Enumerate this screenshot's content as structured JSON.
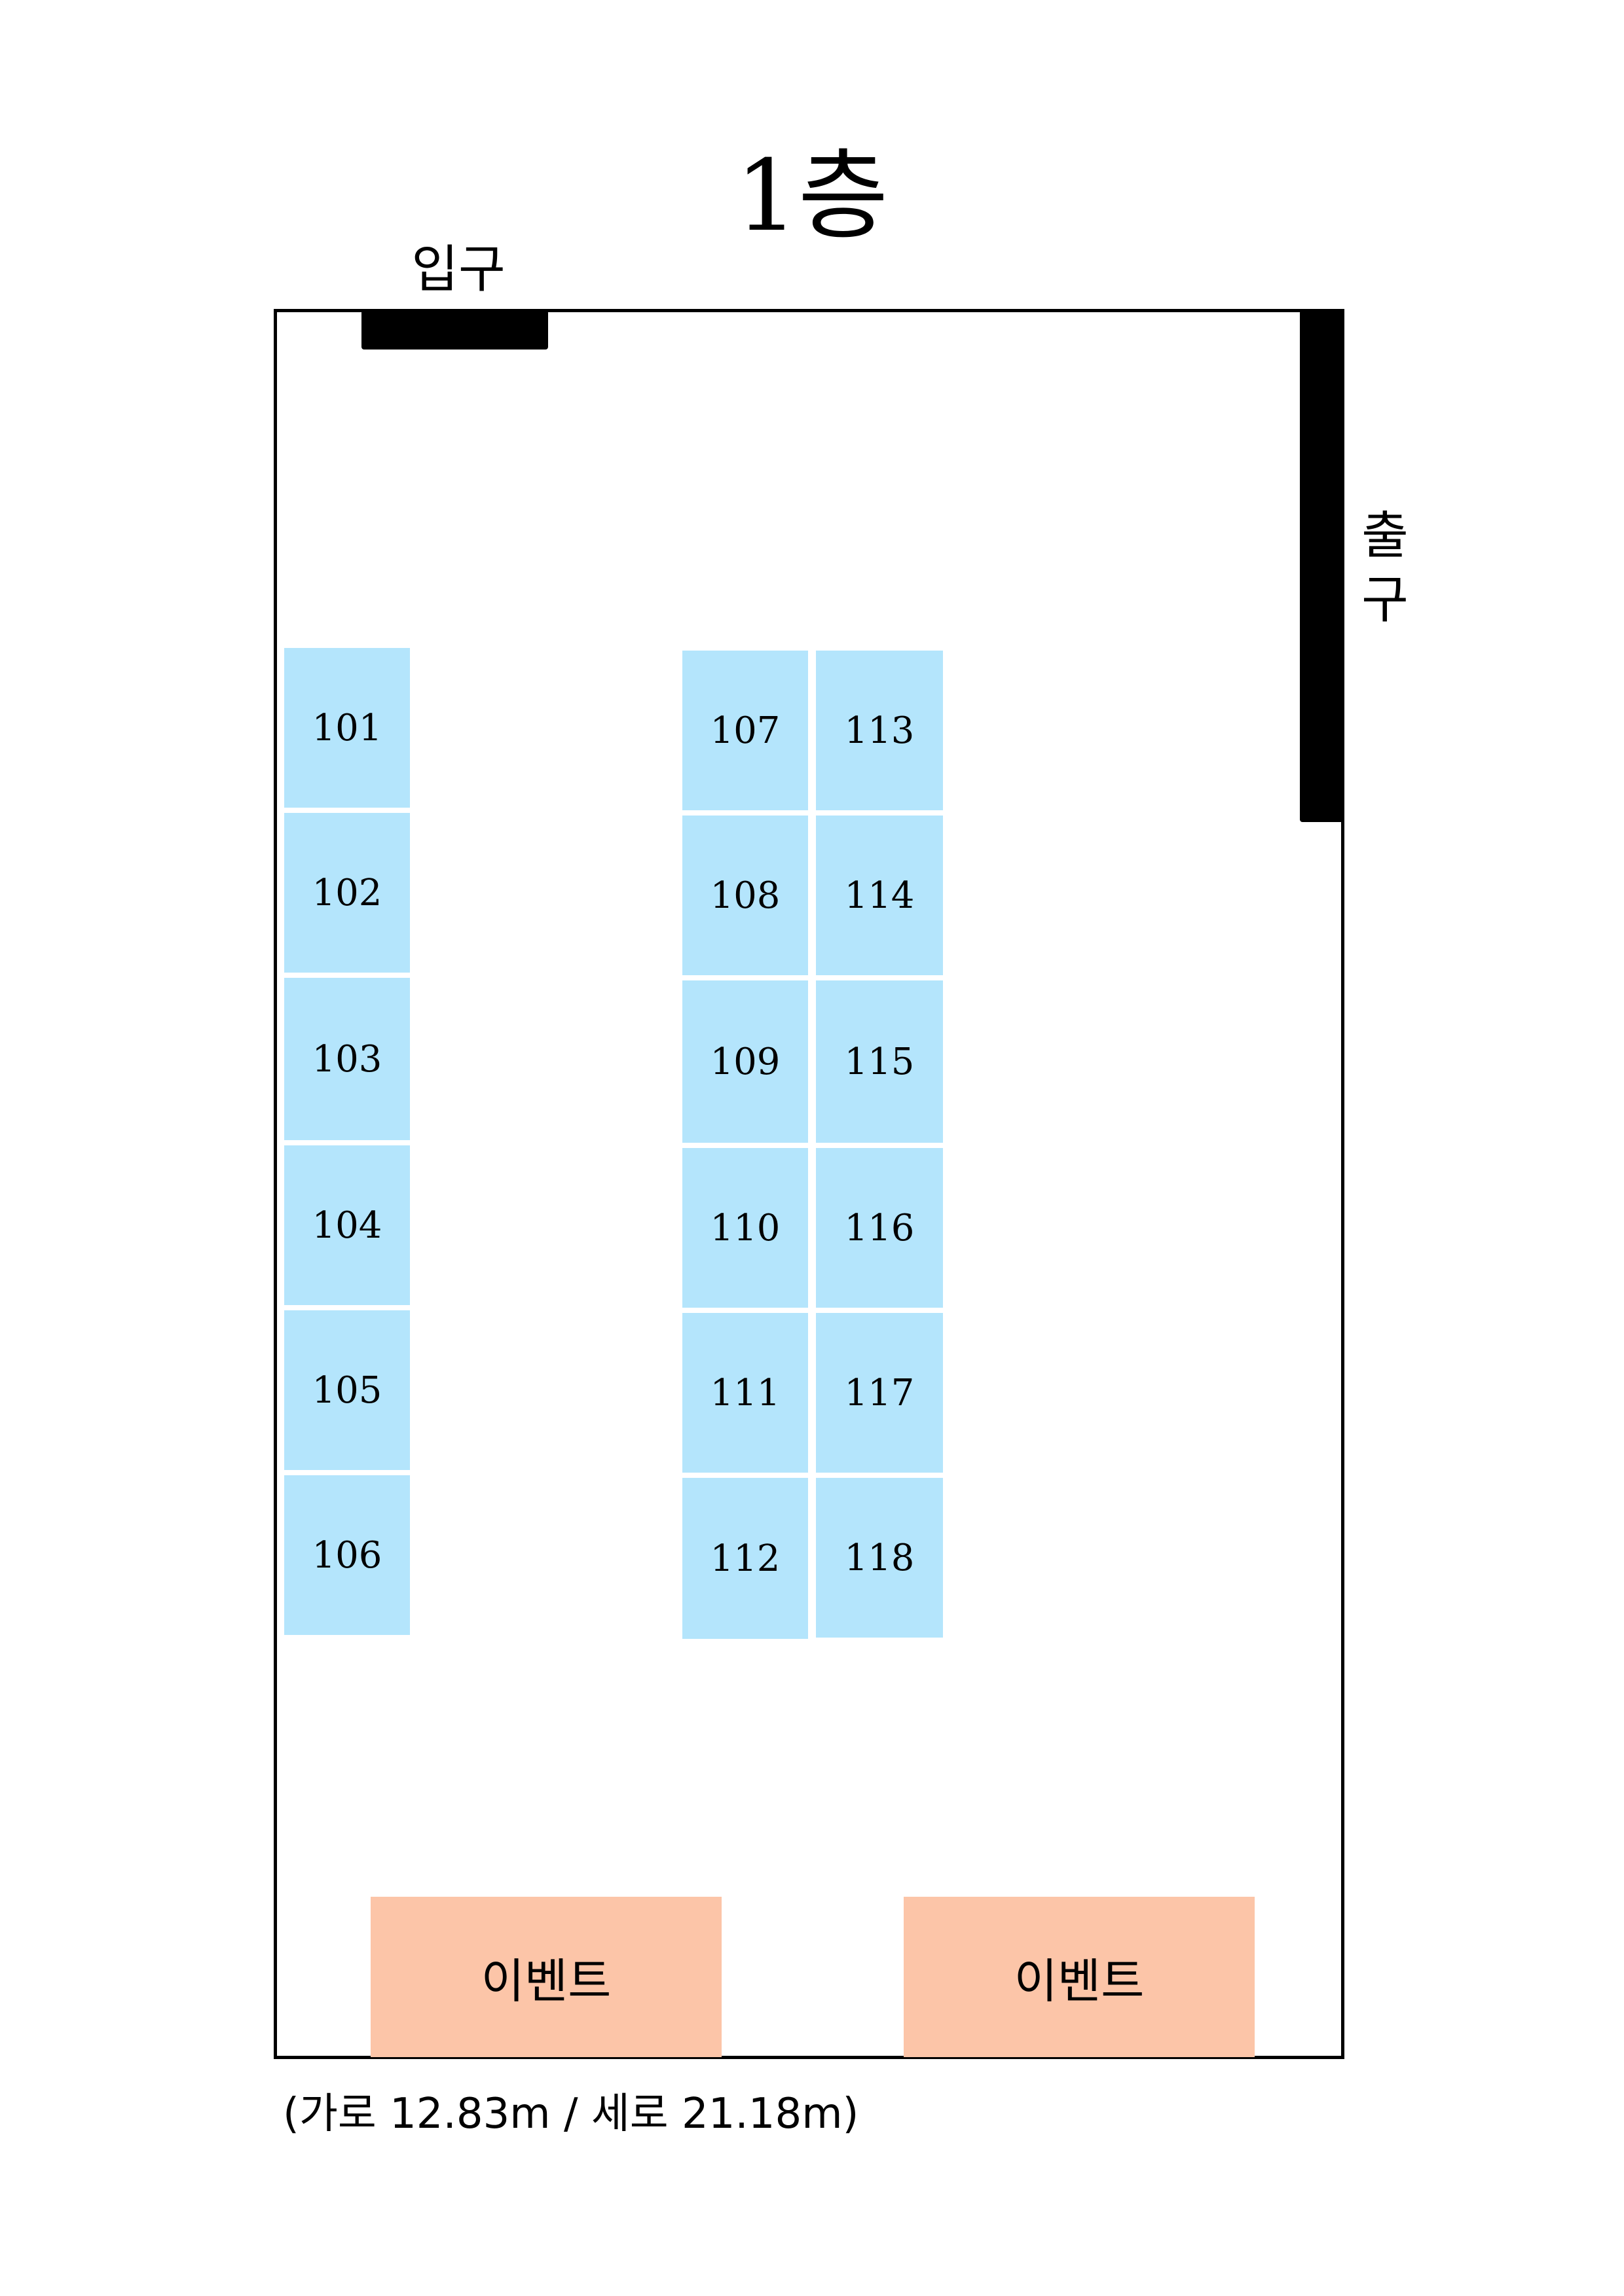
{
  "floor_title": "1층",
  "entrance_label": "입구",
  "exit_label": [
    "출",
    "구"
  ],
  "booths": [
    {
      "id": "101"
    },
    {
      "id": "102"
    },
    {
      "id": "103"
    },
    {
      "id": "104"
    },
    {
      "id": "105"
    },
    {
      "id": "106"
    },
    {
      "id": "107"
    },
    {
      "id": "108"
    },
    {
      "id": "109"
    },
    {
      "id": "110"
    },
    {
      "id": "111"
    },
    {
      "id": "112"
    },
    {
      "id": "113"
    },
    {
      "id": "114"
    },
    {
      "id": "115"
    },
    {
      "id": "116"
    },
    {
      "id": "117"
    },
    {
      "id": "118"
    }
  ],
  "events": [
    {
      "label": "이벤트"
    },
    {
      "label": "이벤트"
    }
  ],
  "dimensions_note": "(가로 12.83m / 세로 21.18m)",
  "colors": {
    "booth": "#b4e5fc",
    "event": "#fcc5a8",
    "wall": "#000000"
  }
}
